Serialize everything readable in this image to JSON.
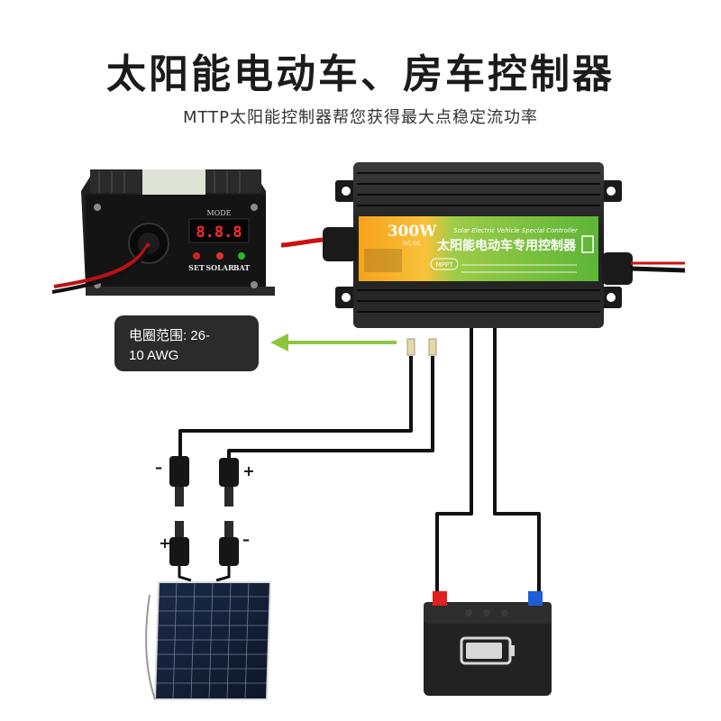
{
  "title": "太阳能电动车、房车控制器",
  "subtitle": "MTTP太阳能控制器帮您获得最大点稳定流功率",
  "display": {
    "mode_label": "MODE",
    "digits": "8.8.8",
    "set_label": "SET",
    "solar_label": "SOLAR",
    "bat_label": "BAT"
  },
  "controller_label": {
    "power": "300W",
    "type": "DC-DC",
    "english": "Solar Electric Vehicle Special Controller",
    "chinese": "太阳能电动车专用控制器",
    "badge": "MPPT"
  },
  "wire_gauge": {
    "line1": "电圈范围: 26-",
    "line2": "10 AWG"
  },
  "polarity": {
    "upper_neg": "–",
    "upper_pos": "+",
    "lower_pos": "+",
    "lower_neg": "–"
  },
  "colors": {
    "arrow": "#8cc63f",
    "label_orange": "#f5a623",
    "label_green": "#6fbf3b",
    "battery_red": "#e02020",
    "battery_blue": "#1e5fd8"
  }
}
